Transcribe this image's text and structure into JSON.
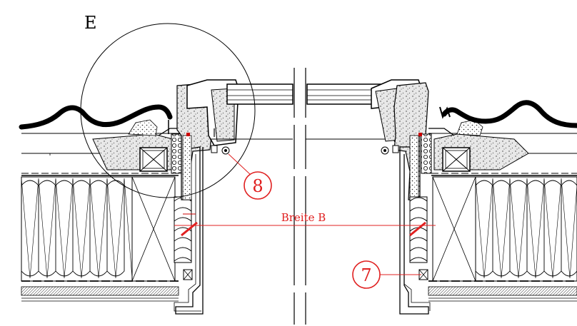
{
  "diagram": {
    "detail_label": "E",
    "dimension_label": "Breite B",
    "callouts": [
      {
        "id": "8",
        "text": "8"
      },
      {
        "id": "7",
        "text": "7"
      }
    ],
    "colors": {
      "line": "#000000",
      "annotation": "#e02020",
      "sealant": "#cc0000",
      "foam": "#d6d6d6",
      "background": "#ffffff"
    }
  }
}
